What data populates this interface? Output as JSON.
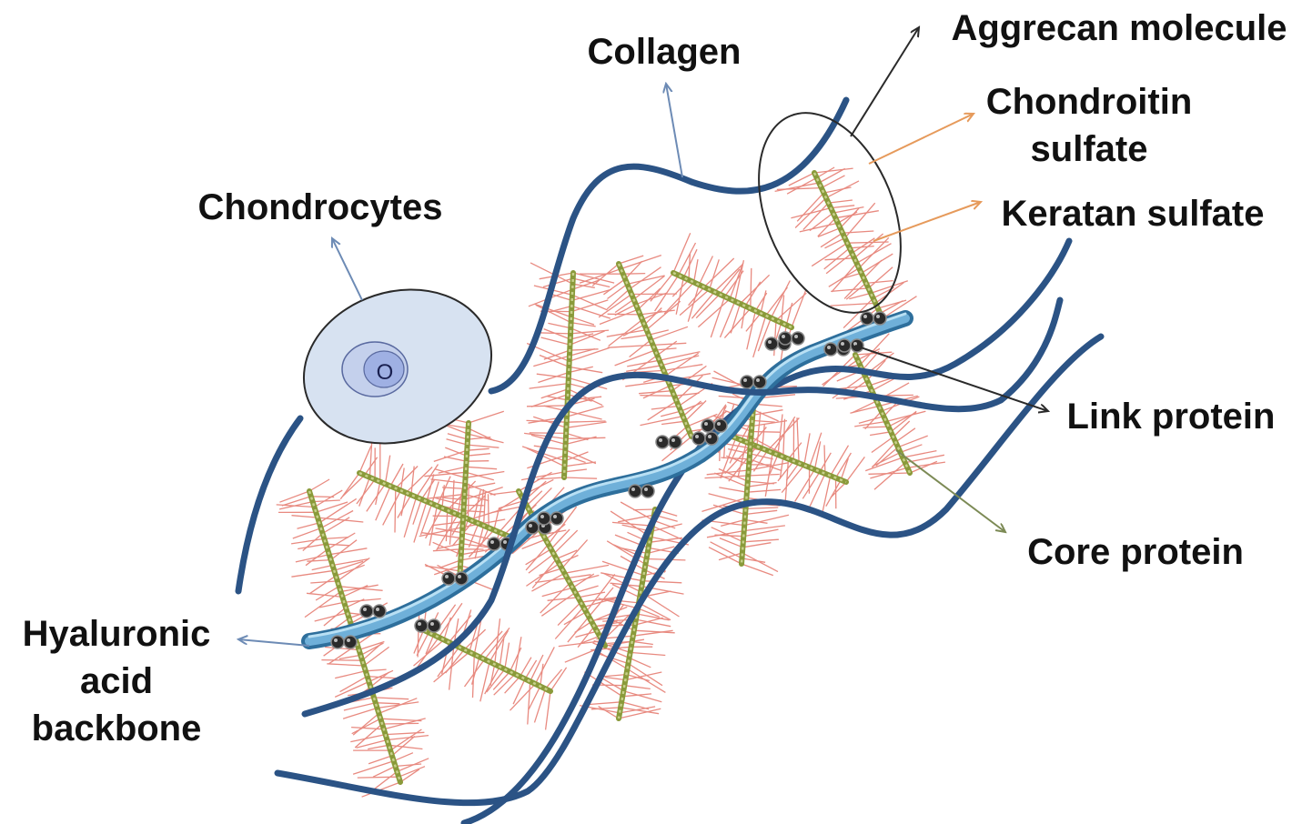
{
  "labels": {
    "collagen": "Collagen",
    "aggrecan": "Aggrecan molecule",
    "chondroitin_line1": "Chondroitin",
    "chondroitin_line2": "sulfate",
    "keratan": "Keratan sulfate",
    "chondrocytes": "Chondrocytes",
    "link_protein": "Link protein",
    "core_protein": "Core protein",
    "hyaluronic_line1": "Hyaluronic",
    "hyaluronic_line2": "acid",
    "hyaluronic_line3": "backbone",
    "nucleus_mark": "O"
  },
  "colors": {
    "collagen": "#2b5385",
    "hyaluronic_backbone": "#4a8fc0",
    "core_protein": "#8a9a3a",
    "glycosaminoglycan_bristles": "#e88a80",
    "link_protein": "#2a2a2a",
    "cell_body": "#d7e2f1",
    "nucleus": "#aebde8",
    "orange_arrow": "#e69a5b",
    "blue_arrow": "#6d8bb5",
    "green_arrow": "#7c8a55"
  }
}
